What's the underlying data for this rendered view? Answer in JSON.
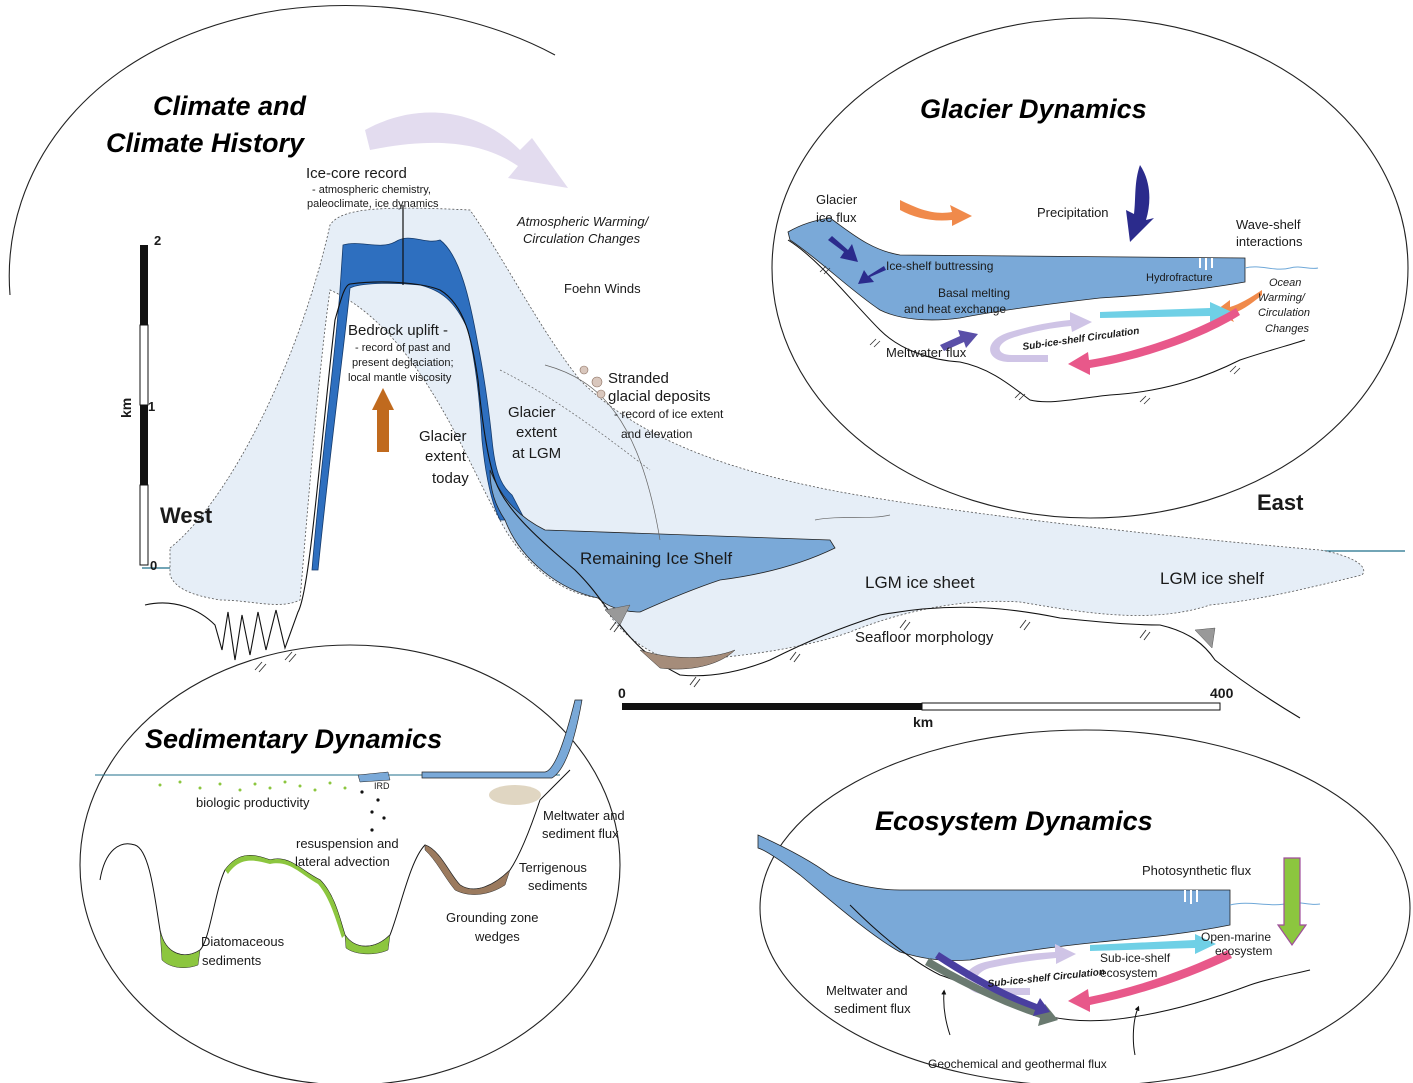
{
  "headings": {
    "climate_line1": "Climate and",
    "climate_line2": "Climate History",
    "glacier": "Glacier Dynamics",
    "sedimentary": "Sedimentary Dynamics",
    "ecosystem": "Ecosystem Dynamics"
  },
  "main_section": {
    "west": "West",
    "east": "East",
    "ice_core_title": "Ice-core record",
    "ice_core_line1": "- atmospheric chemistry,",
    "ice_core_line2": "paleoclimate, ice dynamics",
    "warming_line1": "Atmospheric Warming/",
    "warming_line2": "Circulation Changes",
    "foehn": "Foehn Winds",
    "bedrock_title": "Bedrock uplift -",
    "bedrock_line1": "- record of past and",
    "bedrock_line2": "present deglaciation;",
    "bedrock_line3": "local mantle viscosity",
    "stranded_line1": "Stranded",
    "stranded_line2": "glacial deposits",
    "stranded_line3": "- record of ice extent",
    "stranded_line4": "and elevation",
    "lgm_extent_line1": "Glacier",
    "lgm_extent_line2": "extent",
    "lgm_extent_line3": "at LGM",
    "today_line1": "Glacier",
    "today_line2": "extent",
    "today_line3": "today",
    "remaining_shelf": "Remaining Ice Shelf",
    "lgm_sheet": "LGM ice sheet",
    "lgm_shelf": "LGM ice shelf",
    "seafloor": "Seafloor morphology"
  },
  "vertical_scale": {
    "unit": "km",
    "tick_0": "0",
    "tick_1": "1",
    "tick_2": "2"
  },
  "horizontal_scale": {
    "unit": "km",
    "start": "0",
    "end": "400"
  },
  "glacier_panel": {
    "ice_flux_line1": "Glacier",
    "ice_flux_line2": "ice flux",
    "precipitation": "Precipitation",
    "wave_line1": "Wave-shelf",
    "wave_line2": "interactions",
    "buttressing": "Ice-shelf buttressing",
    "hydrofracture": "Hydrofracture",
    "basal_line1": "Basal melting",
    "basal_line2": "and heat exchange",
    "ocean_line1": "Ocean",
    "ocean_line2": "Warming/",
    "ocean_line3": "Circulation",
    "ocean_line4": "Changes",
    "meltwater": "Meltwater flux",
    "circulation": "Sub-ice-shelf Circulation"
  },
  "sedimentary_panel": {
    "productivity": "biologic productivity",
    "ird": "IRD",
    "resusp_line1": "resuspension and",
    "resusp_line2": "lateral advection",
    "melt_line1": "Meltwater and",
    "melt_line2": "sediment flux",
    "terr_line1": "Terrigenous",
    "terr_line2": "sediments",
    "gz_line1": "Grounding zone",
    "gz_line2": "wedges",
    "diatom_line1": "Diatomaceous",
    "diatom_line2": "sediments"
  },
  "ecosystem_panel": {
    "photosynthetic": "Photosynthetic flux",
    "open_line1": "Open-marine",
    "open_line2": "ecosystem",
    "sub_line1": "Sub-ice-shelf",
    "sub_line2": "ecosystem",
    "circulation": "Sub-ice-shelf Circulation",
    "melt_line1": "Meltwater and",
    "melt_line2": "sediment flux",
    "geochem": "Geochemical and geothermal flux"
  },
  "colors": {
    "ice_dark": "#2e6fbf",
    "ice_mid": "#7aa9d8",
    "ice_light": "#e6eef7",
    "arrow_purple_light": "#e3dcef",
    "arrow_orange": "#f08a4b",
    "arrow_navy": "#2b2b8c",
    "arrow_cyan": "#6fd0e6",
    "arrow_pink": "#e8588a",
    "arrow_lavender": "#cfc4e6",
    "arrow_brown": "#c06a1e",
    "sediment_green": "#8cc63f",
    "sediment_brown": "#9b7a5e",
    "water_line": "#1f6f8b"
  },
  "icons": {
    "warming_arrow": "curved-arrow",
    "uplift_arrow": "up-arrow",
    "stranded_deposits": "boulder-circles"
  }
}
